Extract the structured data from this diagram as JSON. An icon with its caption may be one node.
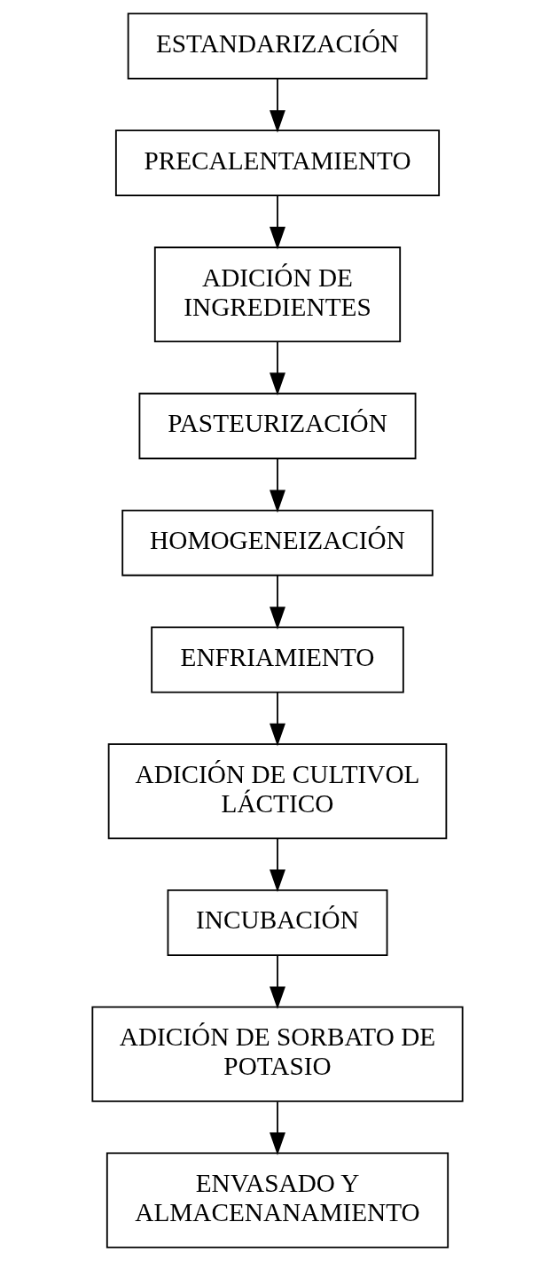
{
  "diagram": {
    "nodes": [
      {
        "text": [
          "ESTANDARIZACIÓN"
        ]
      },
      {
        "text": [
          "PRECALENTAMIENTO"
        ]
      },
      {
        "text": [
          "ADICIÓN DE INGREDIENTES"
        ]
      },
      {
        "text": [
          "PASTEURIZACIÓN"
        ]
      },
      {
        "text": [
          "HOMOGENEIZACIÓN"
        ]
      },
      {
        "text": [
          "ENFRIAMIENTO"
        ]
      },
      {
        "text": [
          "ADICIÓN DE CULTIVOL LÁCTICO"
        ]
      },
      {
        "text": [
          "INCUBACIÓN"
        ]
      },
      {
        "text": [
          "ADICIÓN DE SORBATO DE POTASIO"
        ]
      },
      {
        "text": [
          "ENVASADO Y ALMACENANAMIENTO"
        ]
      }
    ],
    "edges": [
      {
        "from": 0,
        "to": 1,
        "arrow": "to"
      },
      {
        "from": 1,
        "to": 2,
        "arrow": "to"
      },
      {
        "from": 2,
        "to": 3,
        "arrow": "to"
      },
      {
        "from": 3,
        "to": 4,
        "arrow": "to"
      },
      {
        "from": 4,
        "to": 5,
        "arrow": "to"
      },
      {
        "from": 5,
        "to": 6,
        "arrow": "to"
      },
      {
        "from": 6,
        "to": 7,
        "arrow": "to"
      },
      {
        "from": 7,
        "to": 8,
        "arrow": "to"
      },
      {
        "from": 8,
        "to": 9,
        "arrow": "to"
      }
    ]
  }
}
